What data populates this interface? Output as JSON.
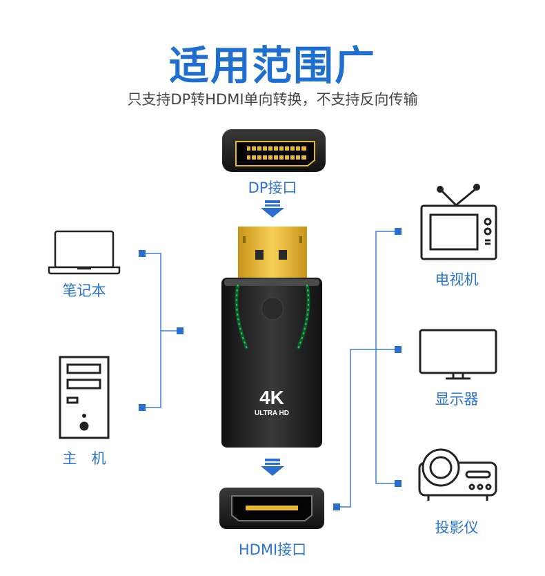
{
  "header": {
    "title": "适用范围广",
    "subtitle": "只支持DP转HDMI单向转换，不支持反向传输"
  },
  "ports": {
    "dp_label": "DP接口",
    "hdmi_label": "HDMI接口"
  },
  "adapter": {
    "resolution_badge": "4K",
    "badge_sub": "ULTRA HD"
  },
  "sources": [
    {
      "label": "笔记本",
      "icon": "laptop-icon"
    },
    {
      "label": "主　机",
      "icon": "desktop-tower-icon"
    }
  ],
  "displays": [
    {
      "label": "电视机",
      "icon": "tv-icon"
    },
    {
      "label": "显示器",
      "icon": "monitor-icon"
    },
    {
      "label": "投影仪",
      "icon": "projector-icon"
    }
  ],
  "colors": {
    "accent": "#1e6fd0",
    "label": "#2a73cf",
    "connector_line": "#3d7fd6",
    "gold": "#e7b92e",
    "adapter_body": "#232323"
  }
}
